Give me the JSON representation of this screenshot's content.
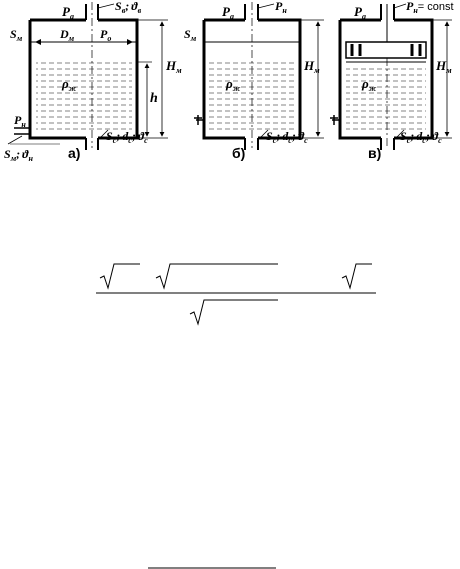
{
  "diagram": {
    "panels": [
      {
        "caption": "а)",
        "labels": {
          "p_a": "P",
          "p_a_sub": "a",
          "s_b": "S",
          "s_b_sub": "в",
          "theta_b": "ϑ",
          "theta_b_sub": "в",
          "s_m_top": "S",
          "s_m_top_sub": "м",
          "d_m": "D",
          "d_m_sub": "м",
          "p_o": "P",
          "p_o_sub": "o",
          "rho": "ρ",
          "rho_sub": "ж",
          "h": "h",
          "h_m": "H",
          "h_m_sub": "м",
          "p_n": "P",
          "p_n_sub": "н",
          "s_m_bot": "S",
          "s_m_bot_sub": "м",
          "theta_n": "ϑ",
          "theta_n_sub": "н",
          "s_c": "S",
          "s_c_sub": "c",
          "d_c": "d",
          "d_c_sub": "c",
          "theta_c": "ϑ",
          "theta_c_sub": "c"
        }
      },
      {
        "caption": "б)",
        "labels": {
          "p_a": "P",
          "p_a_sub": "a",
          "p_n": "P",
          "p_n_sub": "н",
          "s_m": "S",
          "s_m_sub": "м",
          "rho": "ρ",
          "rho_sub": "ж",
          "h_m": "H",
          "h_m_sub": "м",
          "s_c": "S",
          "s_c_sub": "c",
          "d_c": "d",
          "d_c_sub": "c",
          "theta_c": "ϑ",
          "theta_c_sub": "c"
        }
      },
      {
        "caption": "в)",
        "labels": {
          "p_a": "P",
          "p_a_sub": "a",
          "p_n": "P",
          "p_n_sub": "н",
          "const": "= const",
          "rho": "ρ",
          "rho_sub": "ж",
          "h_m": "H",
          "h_m_sub": "м",
          "s_c": "S",
          "s_c_sub": "c",
          "d_c": "d",
          "d_c_sub": "c",
          "theta_c": "ϑ",
          "theta_c_sub": "c"
        }
      }
    ],
    "separator": ";"
  }
}
